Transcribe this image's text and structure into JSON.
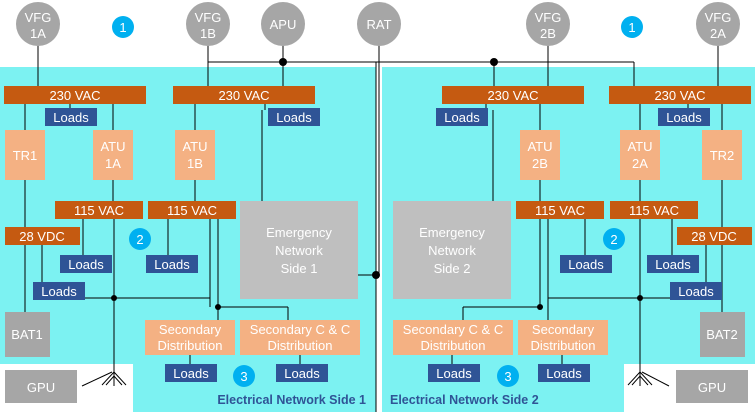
{
  "sources": {
    "vfg_1a": [
      "VFG",
      "1A"
    ],
    "vfg_1b": [
      "VFG",
      "1B"
    ],
    "apu": "APU",
    "rat": "RAT",
    "vfg_2b": [
      "VFG",
      "2B"
    ],
    "vfg_2a": [
      "VFG",
      "2A"
    ]
  },
  "bus_230_1a": "230 VAC",
  "bus_230_1b": "230 VAC",
  "bus_230_2b": "230 VAC",
  "bus_230_2a": "230 VAC",
  "bus_115_1a": "115 VAC",
  "bus_115_1b": "115 VAC",
  "bus_115_2b": "115 VAC",
  "bus_115_2a": "115 VAC",
  "bus_28_1": "28 VDC",
  "bus_28_2": "28 VDC",
  "tr1": "TR1",
  "tr2": "TR2",
  "atu_1a": [
    "ATU",
    "1A"
  ],
  "atu_1b": [
    "ATU",
    "1B"
  ],
  "atu_2b": [
    "ATU",
    "2B"
  ],
  "atu_2a": [
    "ATU",
    "2A"
  ],
  "emergency_1": [
    "Emergency",
    "Network",
    "Side 1"
  ],
  "emergency_2": [
    "Emergency",
    "Network",
    "Side 2"
  ],
  "secondary_dist_1": [
    "Secondary",
    "Distribution"
  ],
  "secondary_cc_1": [
    "Secondary C & C",
    "Distribution"
  ],
  "secondary_cc_2": [
    "Secondary C & C",
    "Distribution"
  ],
  "secondary_dist_2": [
    "Secondary",
    "Distribution"
  ],
  "bat1": "BAT1",
  "bat2": "BAT2",
  "gpu_1": "GPU",
  "gpu_2": "GPU",
  "loads_label": "Loads",
  "markers": {
    "one": "1",
    "two": "2",
    "three": "3"
  },
  "network_side_1": "Electrical Network Side 1",
  "network_side_2": "Electrical Network Side 2",
  "colors": {
    "network_bg": "#7cf2f2",
    "bus": "#c55a11",
    "loads": "#2f5496",
    "converter": "#f4b183",
    "source": "#a6a6a6",
    "emergency": "#bfbfbf",
    "marker": "#00b0f0",
    "network_label": "#2f5496"
  }
}
